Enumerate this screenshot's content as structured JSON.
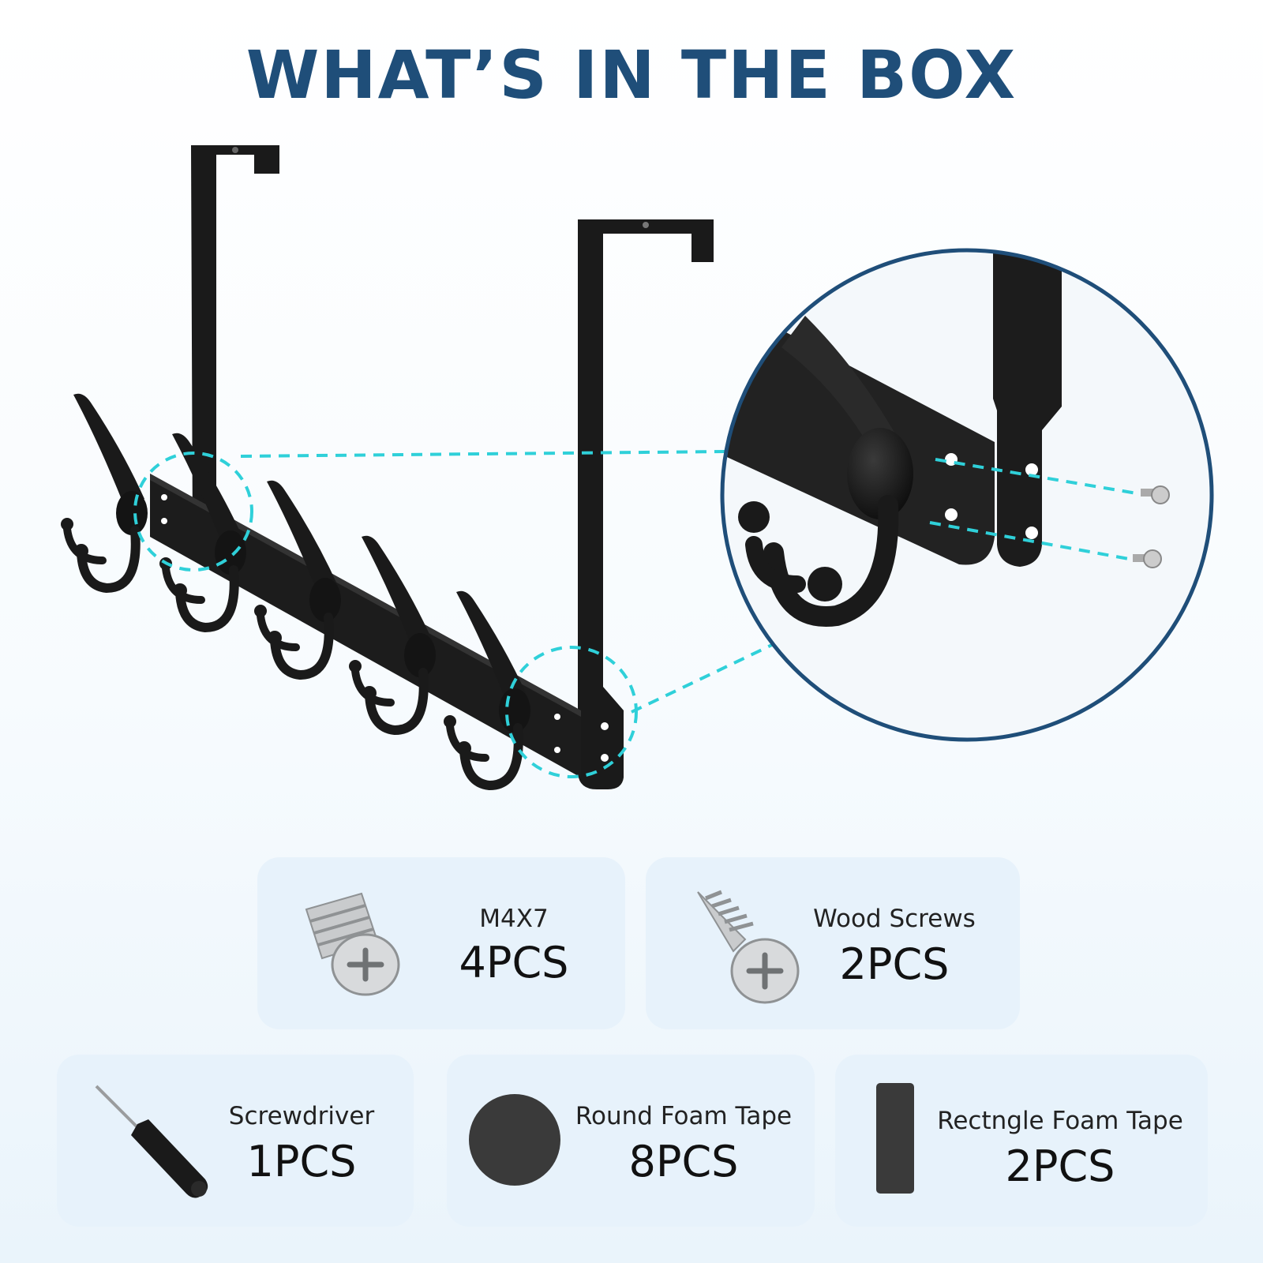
{
  "title": "WHAT’S IN THE BOX",
  "colors": {
    "title": "#1f4e79",
    "accent": "#2fd0d9",
    "card": "#e7f2fb",
    "metal": "#1a1a1a"
  },
  "items": [
    {
      "name": "M4X7",
      "quantity": "4PCS",
      "icon": "machine-screw-icon"
    },
    {
      "name": "Wood Screws",
      "quantity": "2PCS",
      "icon": "wood-screw-icon"
    },
    {
      "name": "Screwdriver",
      "quantity": "1PCS",
      "icon": "screwdriver-icon"
    },
    {
      "name": "Round Foam Tape",
      "quantity": "8PCS",
      "icon": "round-foam-tape-icon"
    },
    {
      "name": "Rectngle Foam Tape",
      "quantity": "2PCS",
      "icon": "rectangle-foam-tape-icon"
    }
  ]
}
